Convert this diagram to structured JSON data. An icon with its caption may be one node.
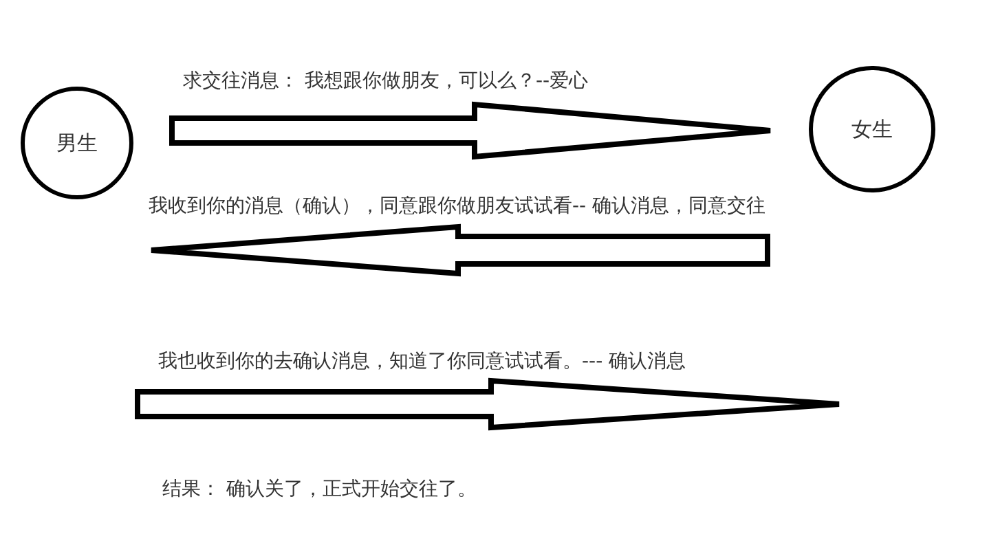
{
  "diagram": {
    "nodes": [
      {
        "text": [
          "男生"
        ]
      },
      {
        "text": [
          "女生"
        ]
      }
    ],
    "edges": [
      {
        "from": 0,
        "to": 1,
        "arrow": "to",
        "label": "求交往消息： 我想跟你做朋友，可以么？--爱心"
      },
      {
        "from": 1,
        "to": 0,
        "arrow": "to",
        "label": "我收到你的消息（确认），同意跟你做朋友试试看-- 确认消息，同意交往"
      },
      {
        "from": 0,
        "to": 1,
        "arrow": "to",
        "label": "我也收到你的去确认消息，知道了你同意试试看。--- 确认消息"
      }
    ],
    "labels": [
      "结果： 确认关了，正式开始交往了。"
    ]
  }
}
